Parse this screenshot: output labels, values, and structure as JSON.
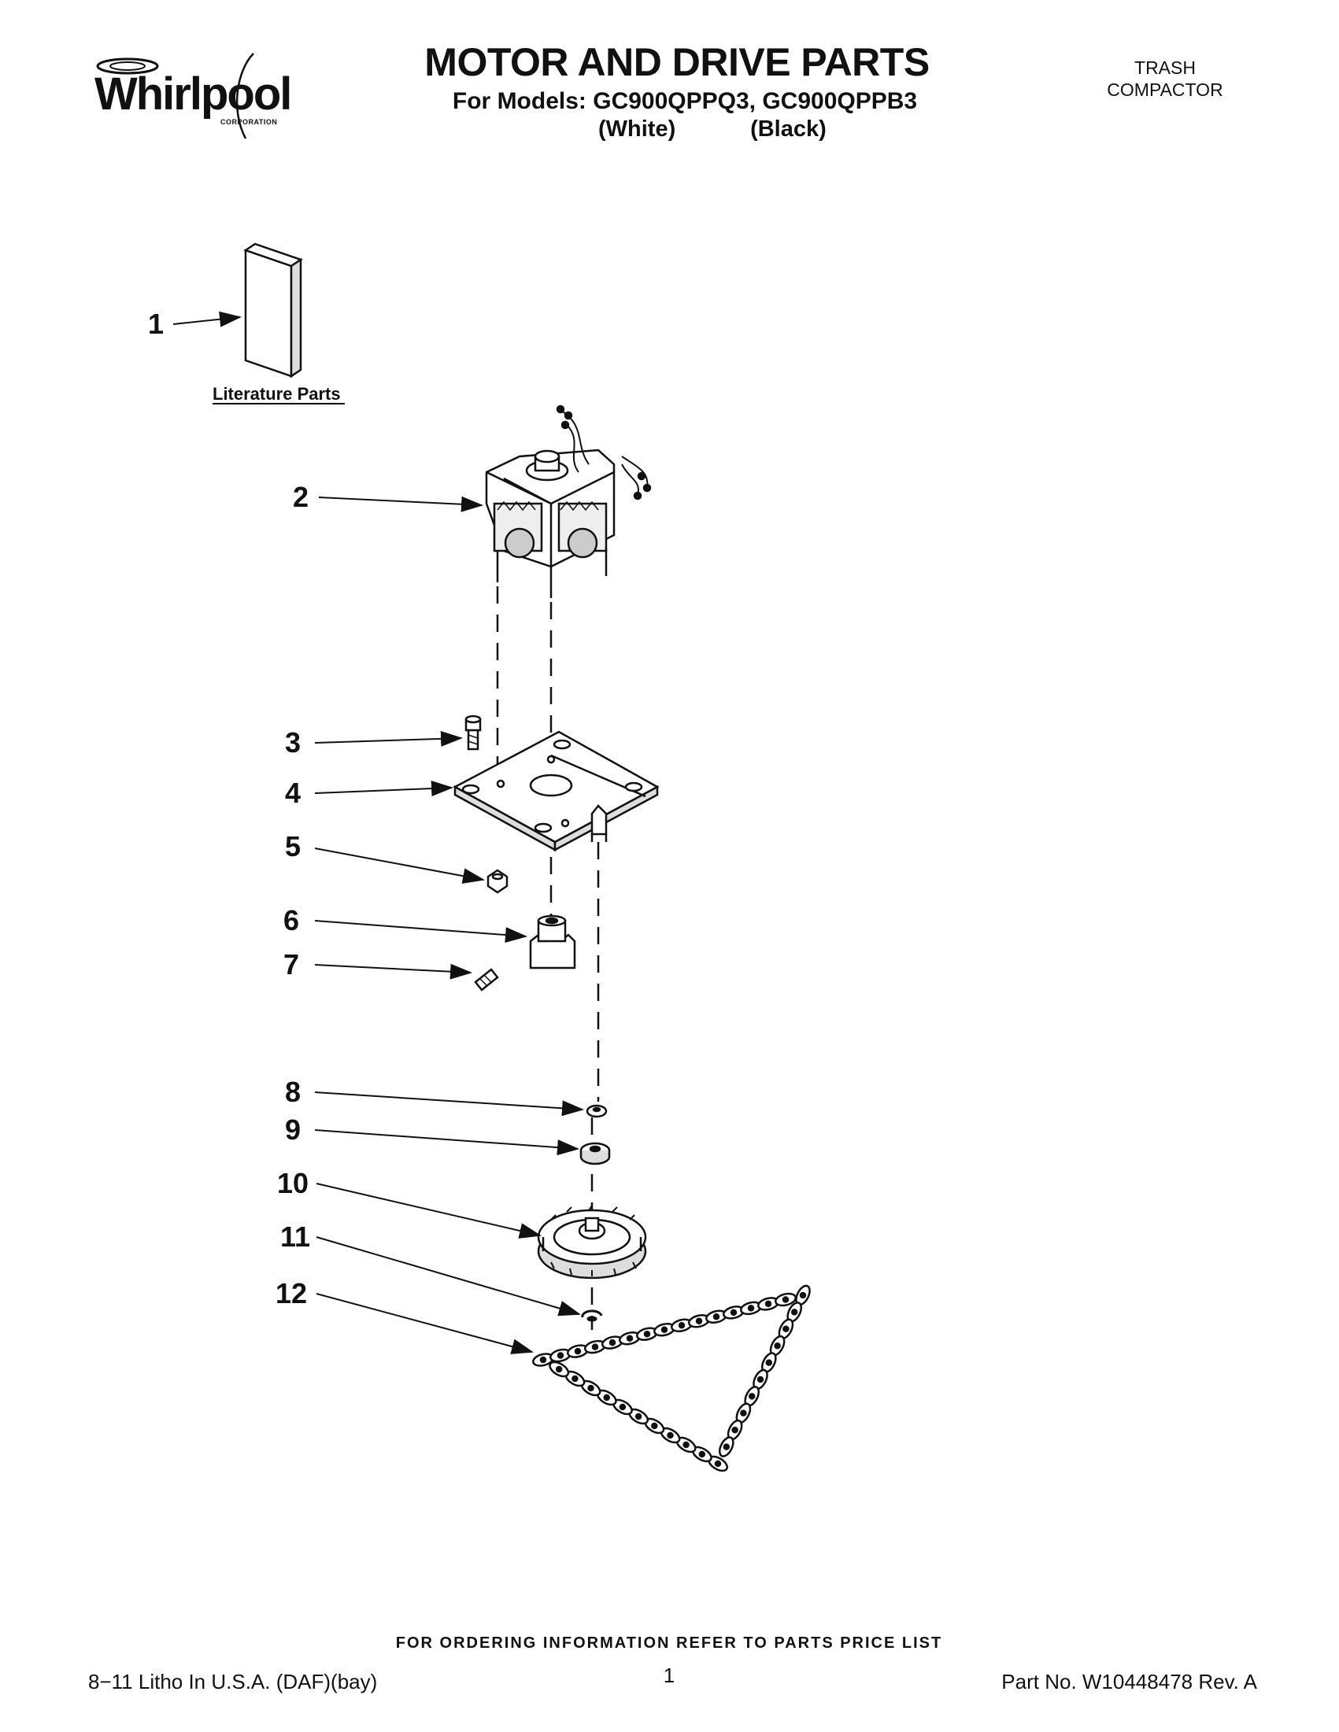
{
  "header": {
    "logo_text": "Whirlpool",
    "logo_subtext": "CORPORATION",
    "title": "MOTOR AND DRIVE PARTS",
    "models_line": "For Models: GC900QPPQ3, GC900QPPB3",
    "variant_white": "(White)",
    "variant_black": "(Black)",
    "product_line1": "TRASH",
    "product_line2": "COMPACTOR"
  },
  "diagram": {
    "literature_label": "Literature Parts",
    "callouts": [
      "1",
      "2",
      "3",
      "4",
      "5",
      "6",
      "7",
      "8",
      "9",
      "10",
      "11",
      "12"
    ]
  },
  "footer": {
    "ordering_note": "FOR ORDERING INFORMATION REFER TO PARTS PRICE LIST",
    "litho": "8−11 Litho In U.S.A. (DAF)(bay)",
    "page_number": "1",
    "part_number": "Part No. W10448478 Rev. A"
  }
}
